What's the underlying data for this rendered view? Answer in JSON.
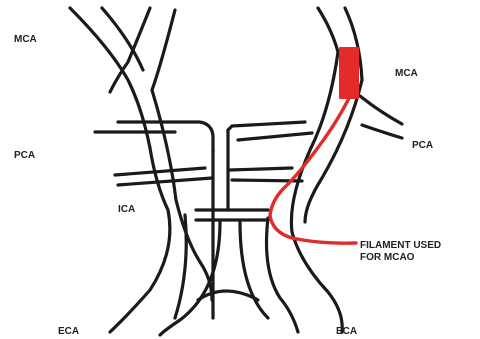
{
  "labels": {
    "mca_left": "MCA",
    "mca_right": "MCA",
    "pca_left": "PCA",
    "pca_right": "PCA",
    "ica": "ICA",
    "eca_left": "ECA",
    "eca_right": "ECA",
    "filament_line1": "FILAMENT USED",
    "filament_line2": "FOR MCAO"
  },
  "colors": {
    "vessel": "#1a1a1a",
    "filament": "#e32b2b",
    "label": "#222222"
  }
}
